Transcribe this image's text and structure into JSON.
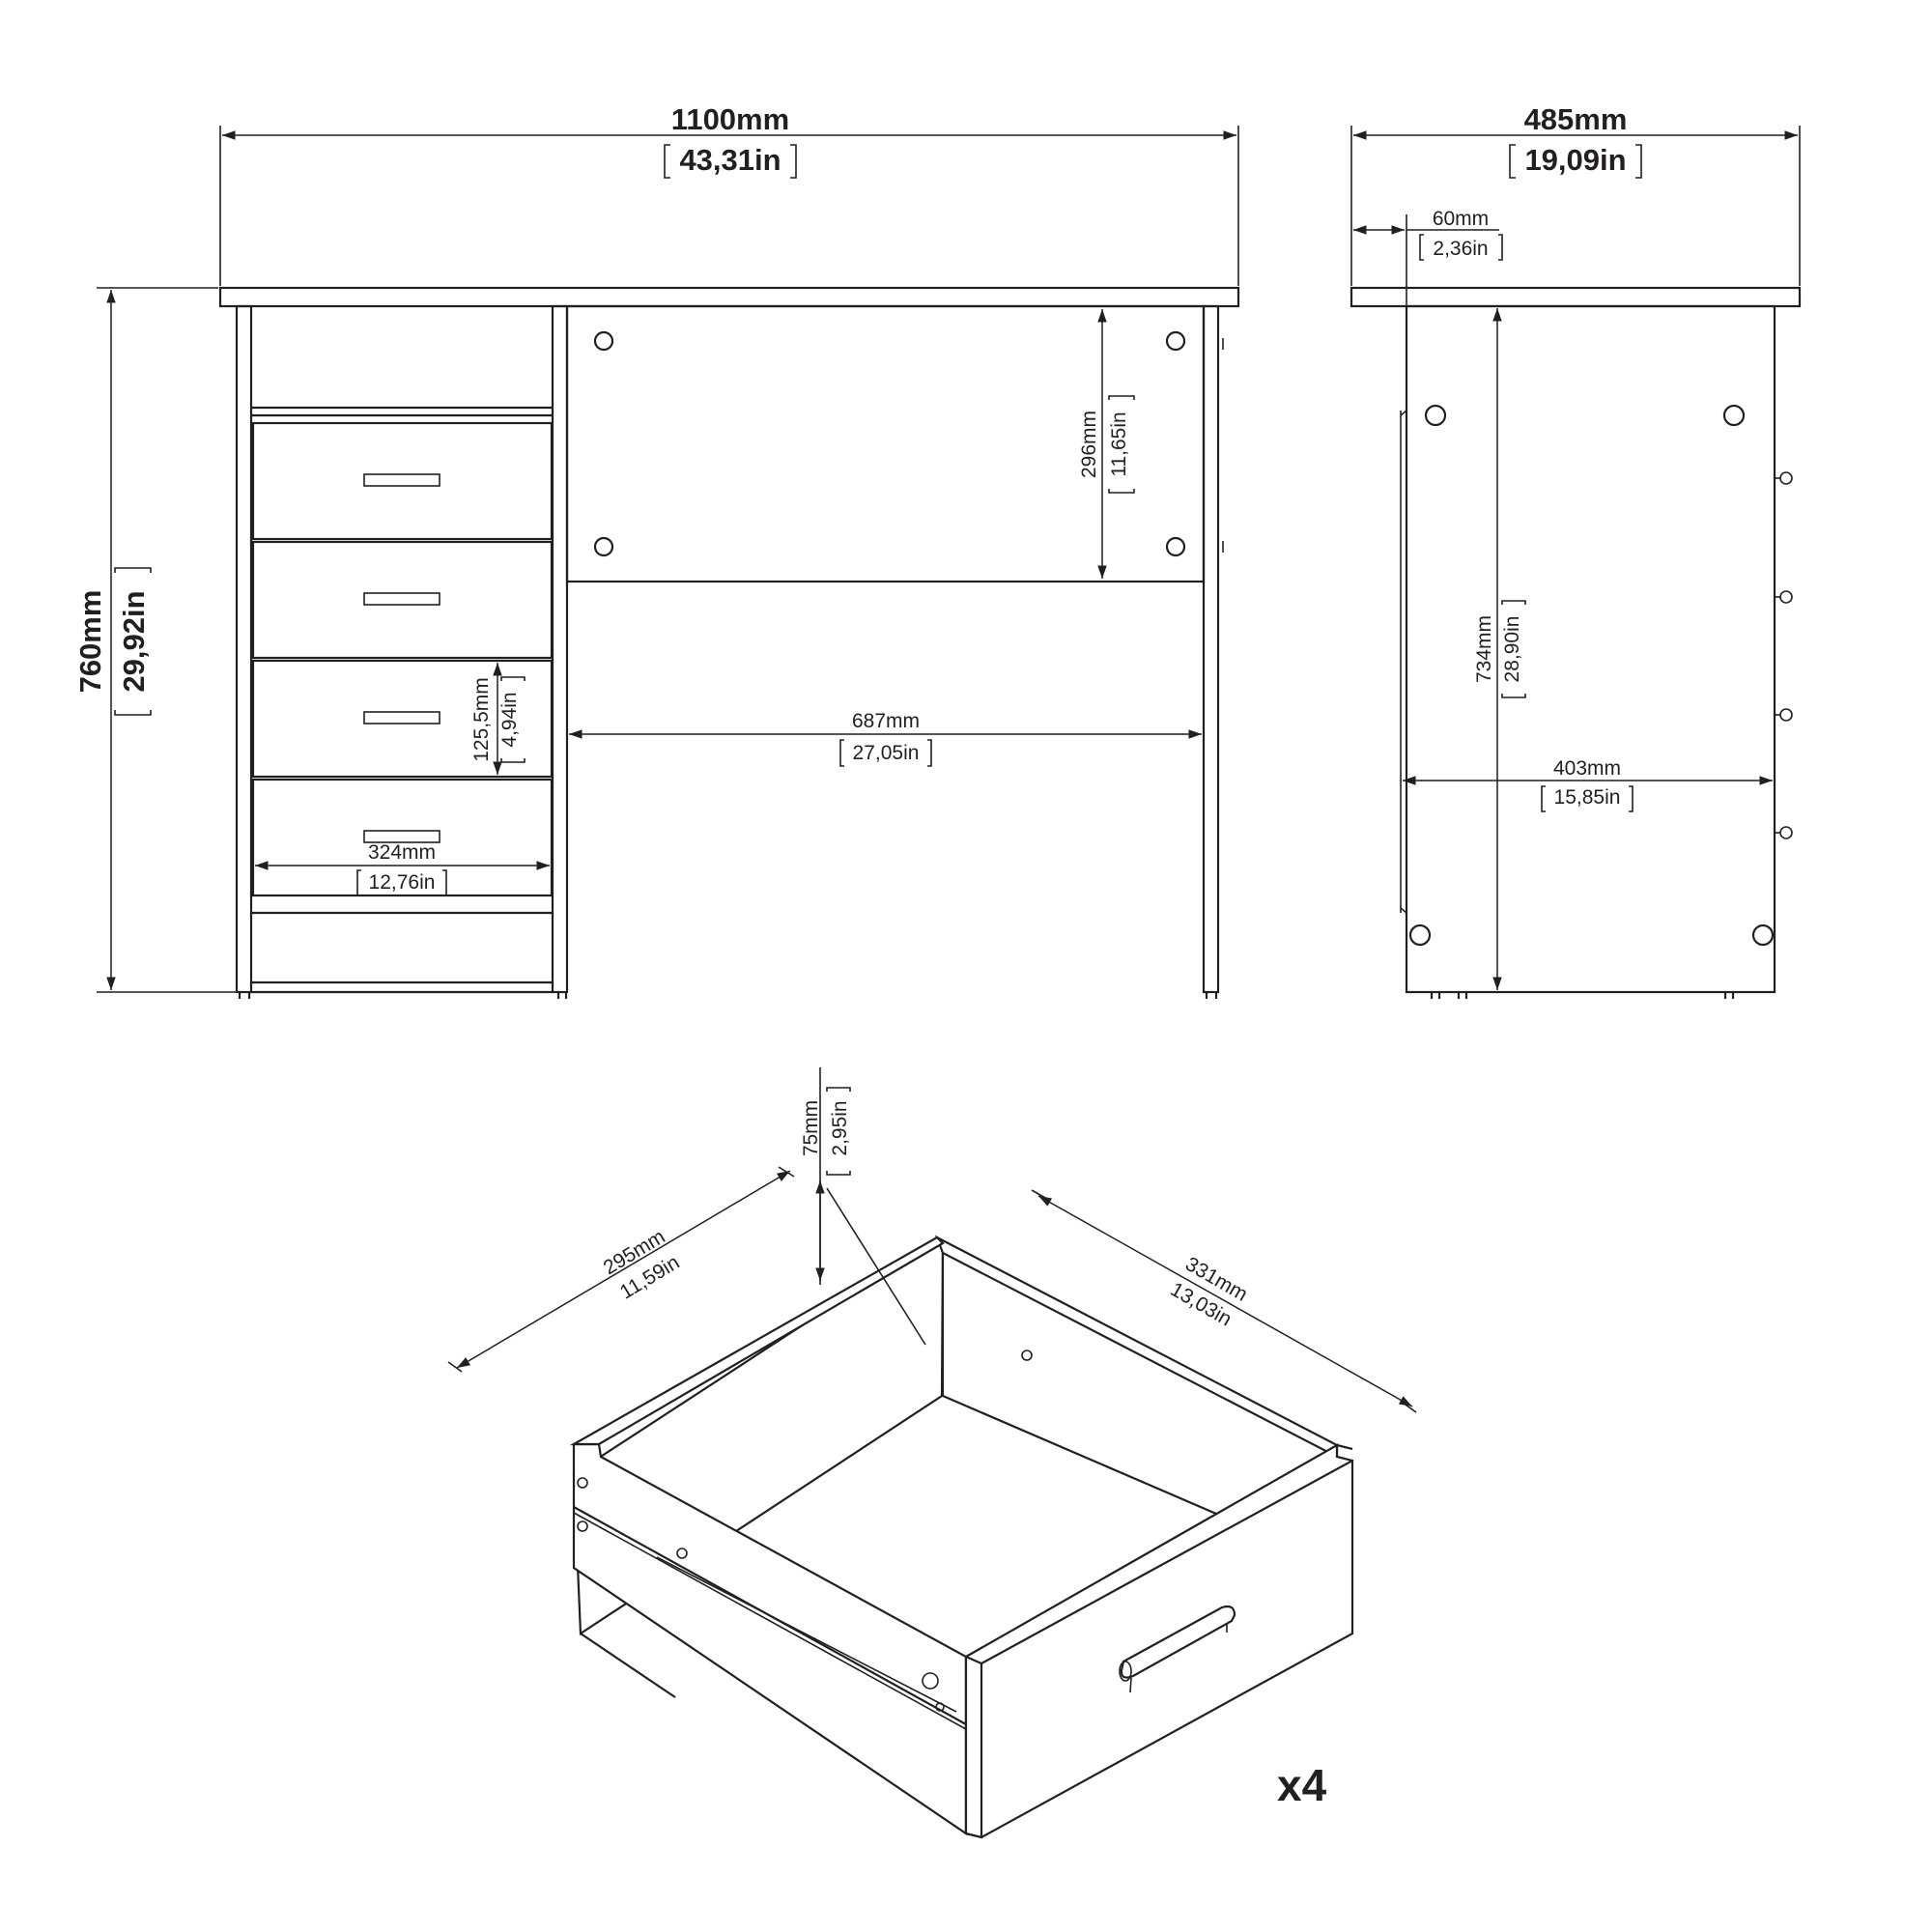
{
  "front_view": {
    "width": {
      "mm": "1100mm",
      "in": "43,31in"
    },
    "height": {
      "mm": "760mm",
      "in": "29,92in"
    },
    "opening_height": {
      "mm": "296mm",
      "in": "11,65in"
    },
    "knee_width": {
      "mm": "687mm",
      "in": "27,05in"
    },
    "drawer_front_height": {
      "mm": "125,5mm",
      "in": "4,94in"
    },
    "drawer_front_width": {
      "mm": "324mm",
      "in": "12,76in"
    }
  },
  "side_view": {
    "depth": {
      "mm": "485mm",
      "in": "19,09in"
    },
    "overhang": {
      "mm": "60mm",
      "in": "2,36in"
    },
    "leg_height": {
      "mm": "734mm",
      "in": "28,90in"
    },
    "inner_depth": {
      "mm": "403mm",
      "in": "15,85in"
    }
  },
  "drawer": {
    "height": {
      "mm": "75mm",
      "in": "2,95in"
    },
    "depth": {
      "mm": "295mm",
      "in": "11,59in"
    },
    "width": {
      "mm": "331mm",
      "in": "13,03in"
    },
    "quantity": "x4"
  }
}
